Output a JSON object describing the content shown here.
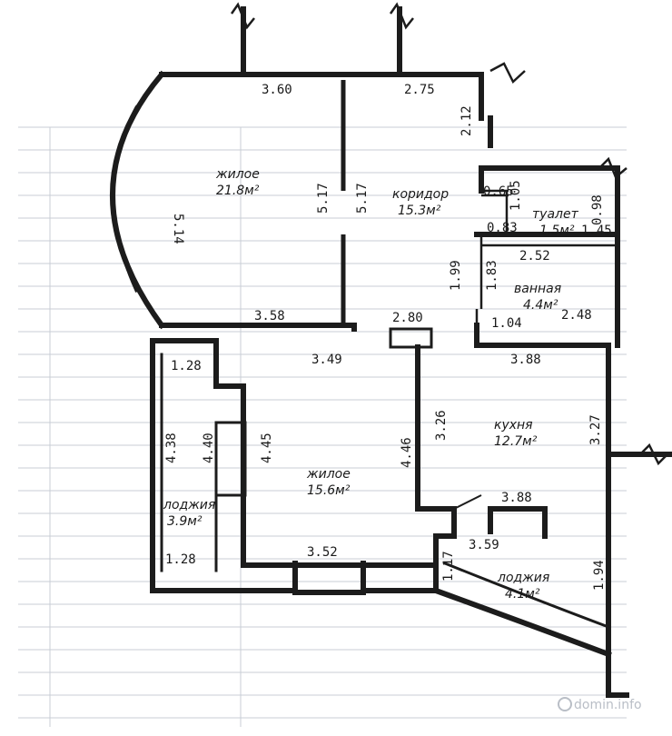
{
  "floor_plan": {
    "rooms": [
      {
        "id": "living-1",
        "name": "жилое",
        "area": "21.8м²"
      },
      {
        "id": "corridor",
        "name": "коридор",
        "area": "15.3м²"
      },
      {
        "id": "toilet",
        "name": "туалет",
        "area": "1.5м²"
      },
      {
        "id": "bathroom",
        "name": "ванная",
        "area": "4.4м²"
      },
      {
        "id": "kitchen",
        "name": "кухня",
        "area": "12.7м²"
      },
      {
        "id": "living-2",
        "name": "жилое",
        "area": "15.6м²"
      },
      {
        "id": "loggia-1",
        "name": "лоджия",
        "area": "3.9м²"
      },
      {
        "id": "loggia-2",
        "name": "лоджия",
        "area": "4.1м²"
      }
    ],
    "dimensions": [
      "3.60",
      "2.75",
      "2.12",
      "5.14",
      "5.17",
      "5.17",
      "0.65",
      "1.05",
      "0.98",
      "0.83",
      "1.45",
      "2.52",
      "1.99",
      "1.83",
      "2.48",
      "1.04",
      "3.58",
      "2.80",
      "3.49",
      "3.88",
      "1.28",
      "4.38",
      "4.40",
      "4.45",
      "4.46",
      "3.26",
      "3.27",
      "3.88",
      "3.52",
      "3.59",
      "1.17",
      "1.94",
      "1.28"
    ]
  },
  "watermark": "domin.info"
}
